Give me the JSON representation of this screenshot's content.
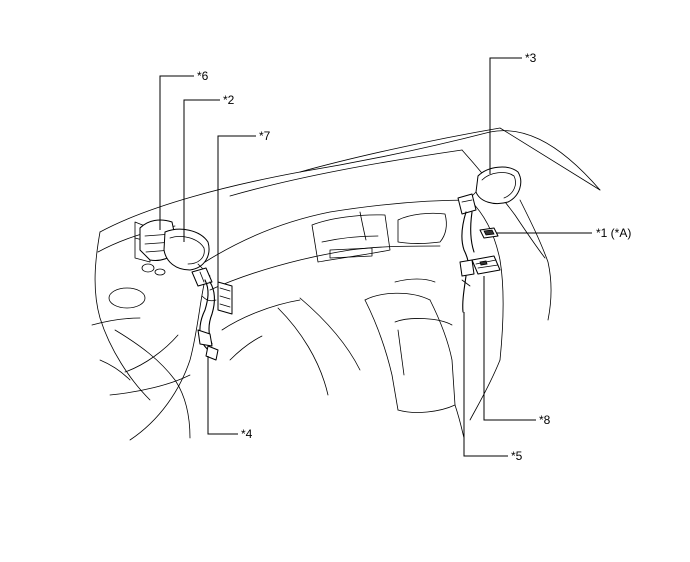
{
  "callouts": {
    "c1": "*1 (*A)",
    "c2": "*2",
    "c3": "*3",
    "c4": "*4",
    "c5": "*5",
    "c6": "*6",
    "c7": "*7",
    "c8": "*8"
  },
  "colors": {
    "line": "#000000",
    "background": "#ffffff"
  }
}
